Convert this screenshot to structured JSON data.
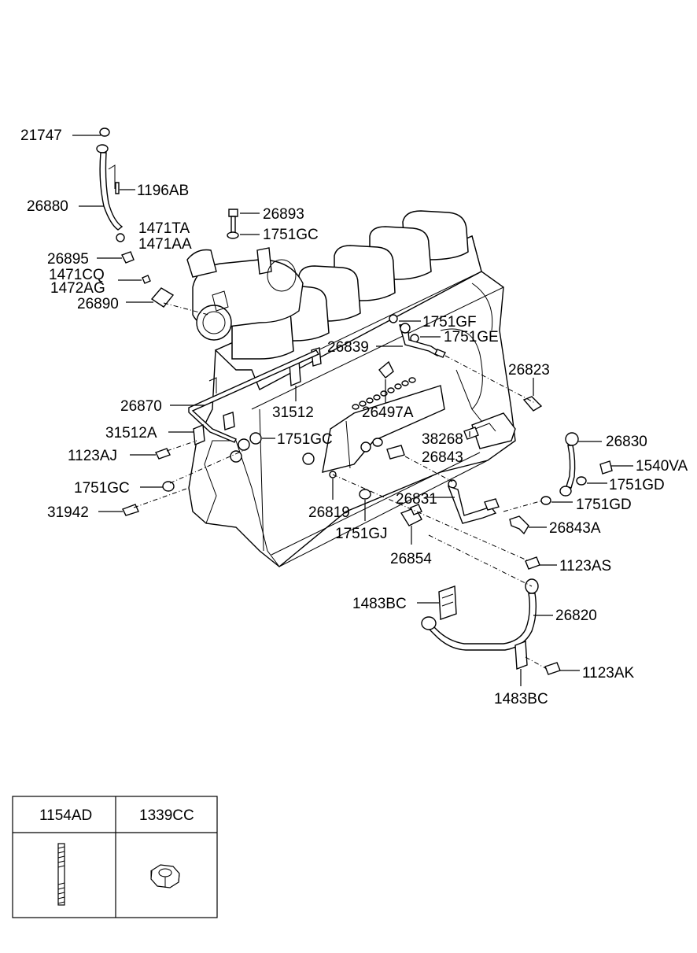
{
  "callouts": [
    {
      "id": "l-21747",
      "text": "21747"
    },
    {
      "id": "l-26880",
      "text": "26880"
    },
    {
      "id": "l-1196AB",
      "text": "1196AB"
    },
    {
      "id": "l-26893",
      "text": "26893"
    },
    {
      "id": "l-1751GC-top",
      "text": "1751GC"
    },
    {
      "id": "l-1471TA",
      "text": "1471TA"
    },
    {
      "id": "l-1471AA",
      "text": "1471AA"
    },
    {
      "id": "l-26895",
      "text": "26895"
    },
    {
      "id": "l-1471CQ",
      "text": "1471CQ"
    },
    {
      "id": "l-1472AG",
      "text": "1472AG"
    },
    {
      "id": "l-26890",
      "text": "26890"
    },
    {
      "id": "l-1751GF",
      "text": "1751GF"
    },
    {
      "id": "l-26839",
      "text": "26839"
    },
    {
      "id": "l-1751GE",
      "text": "1751GE"
    },
    {
      "id": "l-26823",
      "text": "26823"
    },
    {
      "id": "l-26870",
      "text": "26870"
    },
    {
      "id": "l-31512",
      "text": "31512"
    },
    {
      "id": "l-26497A",
      "text": "26497A"
    },
    {
      "id": "l-31512A",
      "text": "31512A"
    },
    {
      "id": "l-1751GC-mid",
      "text": "1751GC"
    },
    {
      "id": "l-1123AJ",
      "text": "1123AJ"
    },
    {
      "id": "l-38268",
      "text": "38268"
    },
    {
      "id": "l-26843",
      "text": "26843"
    },
    {
      "id": "l-26830",
      "text": "26830"
    },
    {
      "id": "l-1540VA",
      "text": "1540VA"
    },
    {
      "id": "l-1751GD-a",
      "text": "1751GD"
    },
    {
      "id": "l-1751GC-low",
      "text": "1751GC"
    },
    {
      "id": "l-31942",
      "text": "31942"
    },
    {
      "id": "l-26819",
      "text": "26819"
    },
    {
      "id": "l-26831",
      "text": "26831"
    },
    {
      "id": "l-1751GD-b",
      "text": "1751GD"
    },
    {
      "id": "l-26843A",
      "text": "26843A"
    },
    {
      "id": "l-1751GJ",
      "text": "1751GJ"
    },
    {
      "id": "l-26854",
      "text": "26854"
    },
    {
      "id": "l-1123AS",
      "text": "1123AS"
    },
    {
      "id": "l-1483BC-a",
      "text": "1483BC"
    },
    {
      "id": "l-26820",
      "text": "26820"
    },
    {
      "id": "l-1123AK",
      "text": "1123AK"
    },
    {
      "id": "l-1483BC-b",
      "text": "1483BC"
    }
  ],
  "legend_table": {
    "headers": [
      "1154AD",
      "1339CC"
    ]
  }
}
